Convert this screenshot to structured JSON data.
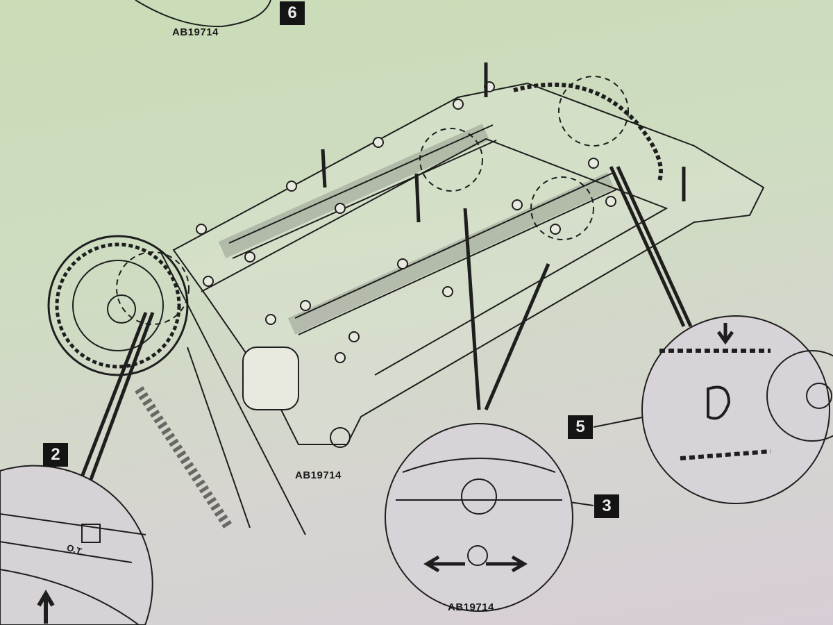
{
  "diagram": {
    "figure_code_top": "AB19714",
    "figure_code_main": "AB19714",
    "figure_code_detail": "AB19714",
    "callouts": [
      "6",
      "2",
      "3",
      "5"
    ],
    "tdc_mark": "O.T."
  }
}
